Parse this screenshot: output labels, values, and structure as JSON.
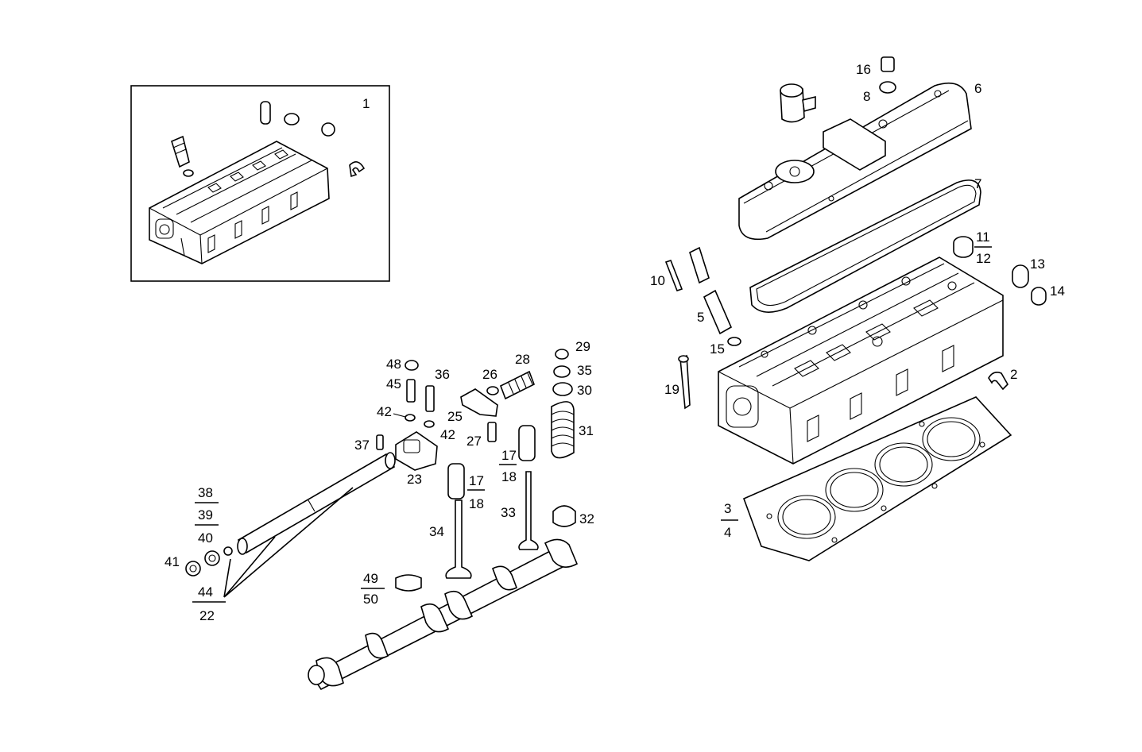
{
  "diagram": {
    "callouts": {
      "c1": "1",
      "c2": "2",
      "c3": "3",
      "c4": "4",
      "c5": "5",
      "c6": "6",
      "c7": "7",
      "c8": "8",
      "c10": "10",
      "c11": "11",
      "c12": "12",
      "c13": "13",
      "c14": "14",
      "c15": "15",
      "c16": "16",
      "c17a": "17",
      "c18a": "18",
      "c17b": "17",
      "c18b": "18",
      "c19": "19",
      "c22": "22",
      "c23": "23",
      "c25": "25",
      "c26": "26",
      "c27": "27",
      "c28": "28",
      "c29": "29",
      "c30": "30",
      "c31": "31",
      "c32": "32",
      "c33": "33",
      "c34": "34",
      "c35": "35",
      "c36": "36",
      "c37": "37",
      "c38": "38",
      "c39": "39",
      "c40": "40",
      "c41": "41",
      "c42a": "42",
      "c42b": "42",
      "c44": "44",
      "c45": "45",
      "c48": "48",
      "c49": "49",
      "c50": "50"
    }
  }
}
